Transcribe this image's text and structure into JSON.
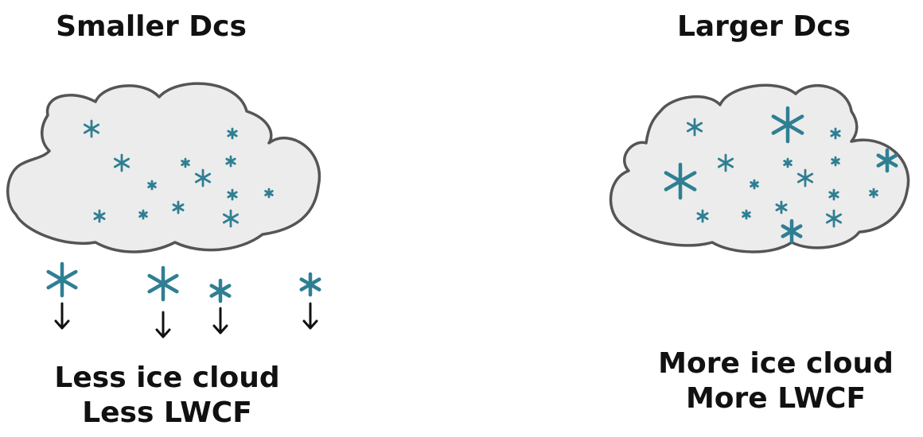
{
  "left_panel": {
    "title": "Smaller Dcs",
    "caption_line1": "Less ice cloud",
    "caption_line2": "Less LWCF"
  },
  "right_panel": {
    "title": "Larger Dcs",
    "caption_line1": "More ice cloud",
    "caption_line2": "More LWCF"
  },
  "colors": {
    "snowflake": "#2f7f93",
    "cloud_fill": "#ececec",
    "cloud_outline": "#555555",
    "text": "#111111"
  },
  "icons": [
    "cloud-icon",
    "snowflake-icon",
    "down-arrow-icon"
  ]
}
